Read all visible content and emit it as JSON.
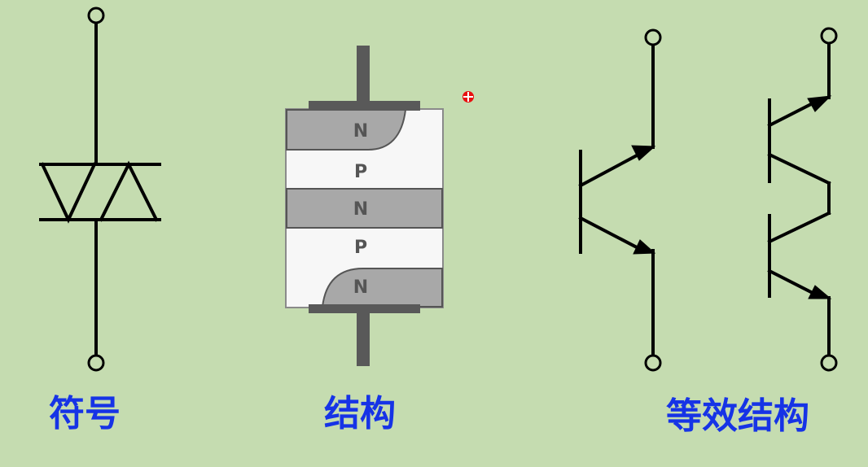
{
  "colors": {
    "background": "#c5dcb0",
    "line": "#000000",
    "caption": "#1633e6",
    "layer_n": "#a8a8a8",
    "layer_p": "#f7f7f7",
    "electrode": "#595959",
    "layer_text": "#555555",
    "cursor_dot": "#e81010"
  },
  "captions": {
    "symbol": "符号",
    "structure": "结构",
    "equivalent": "等效结构"
  },
  "structure": {
    "layers": [
      "N",
      "P",
      "N",
      "P",
      "N"
    ]
  }
}
